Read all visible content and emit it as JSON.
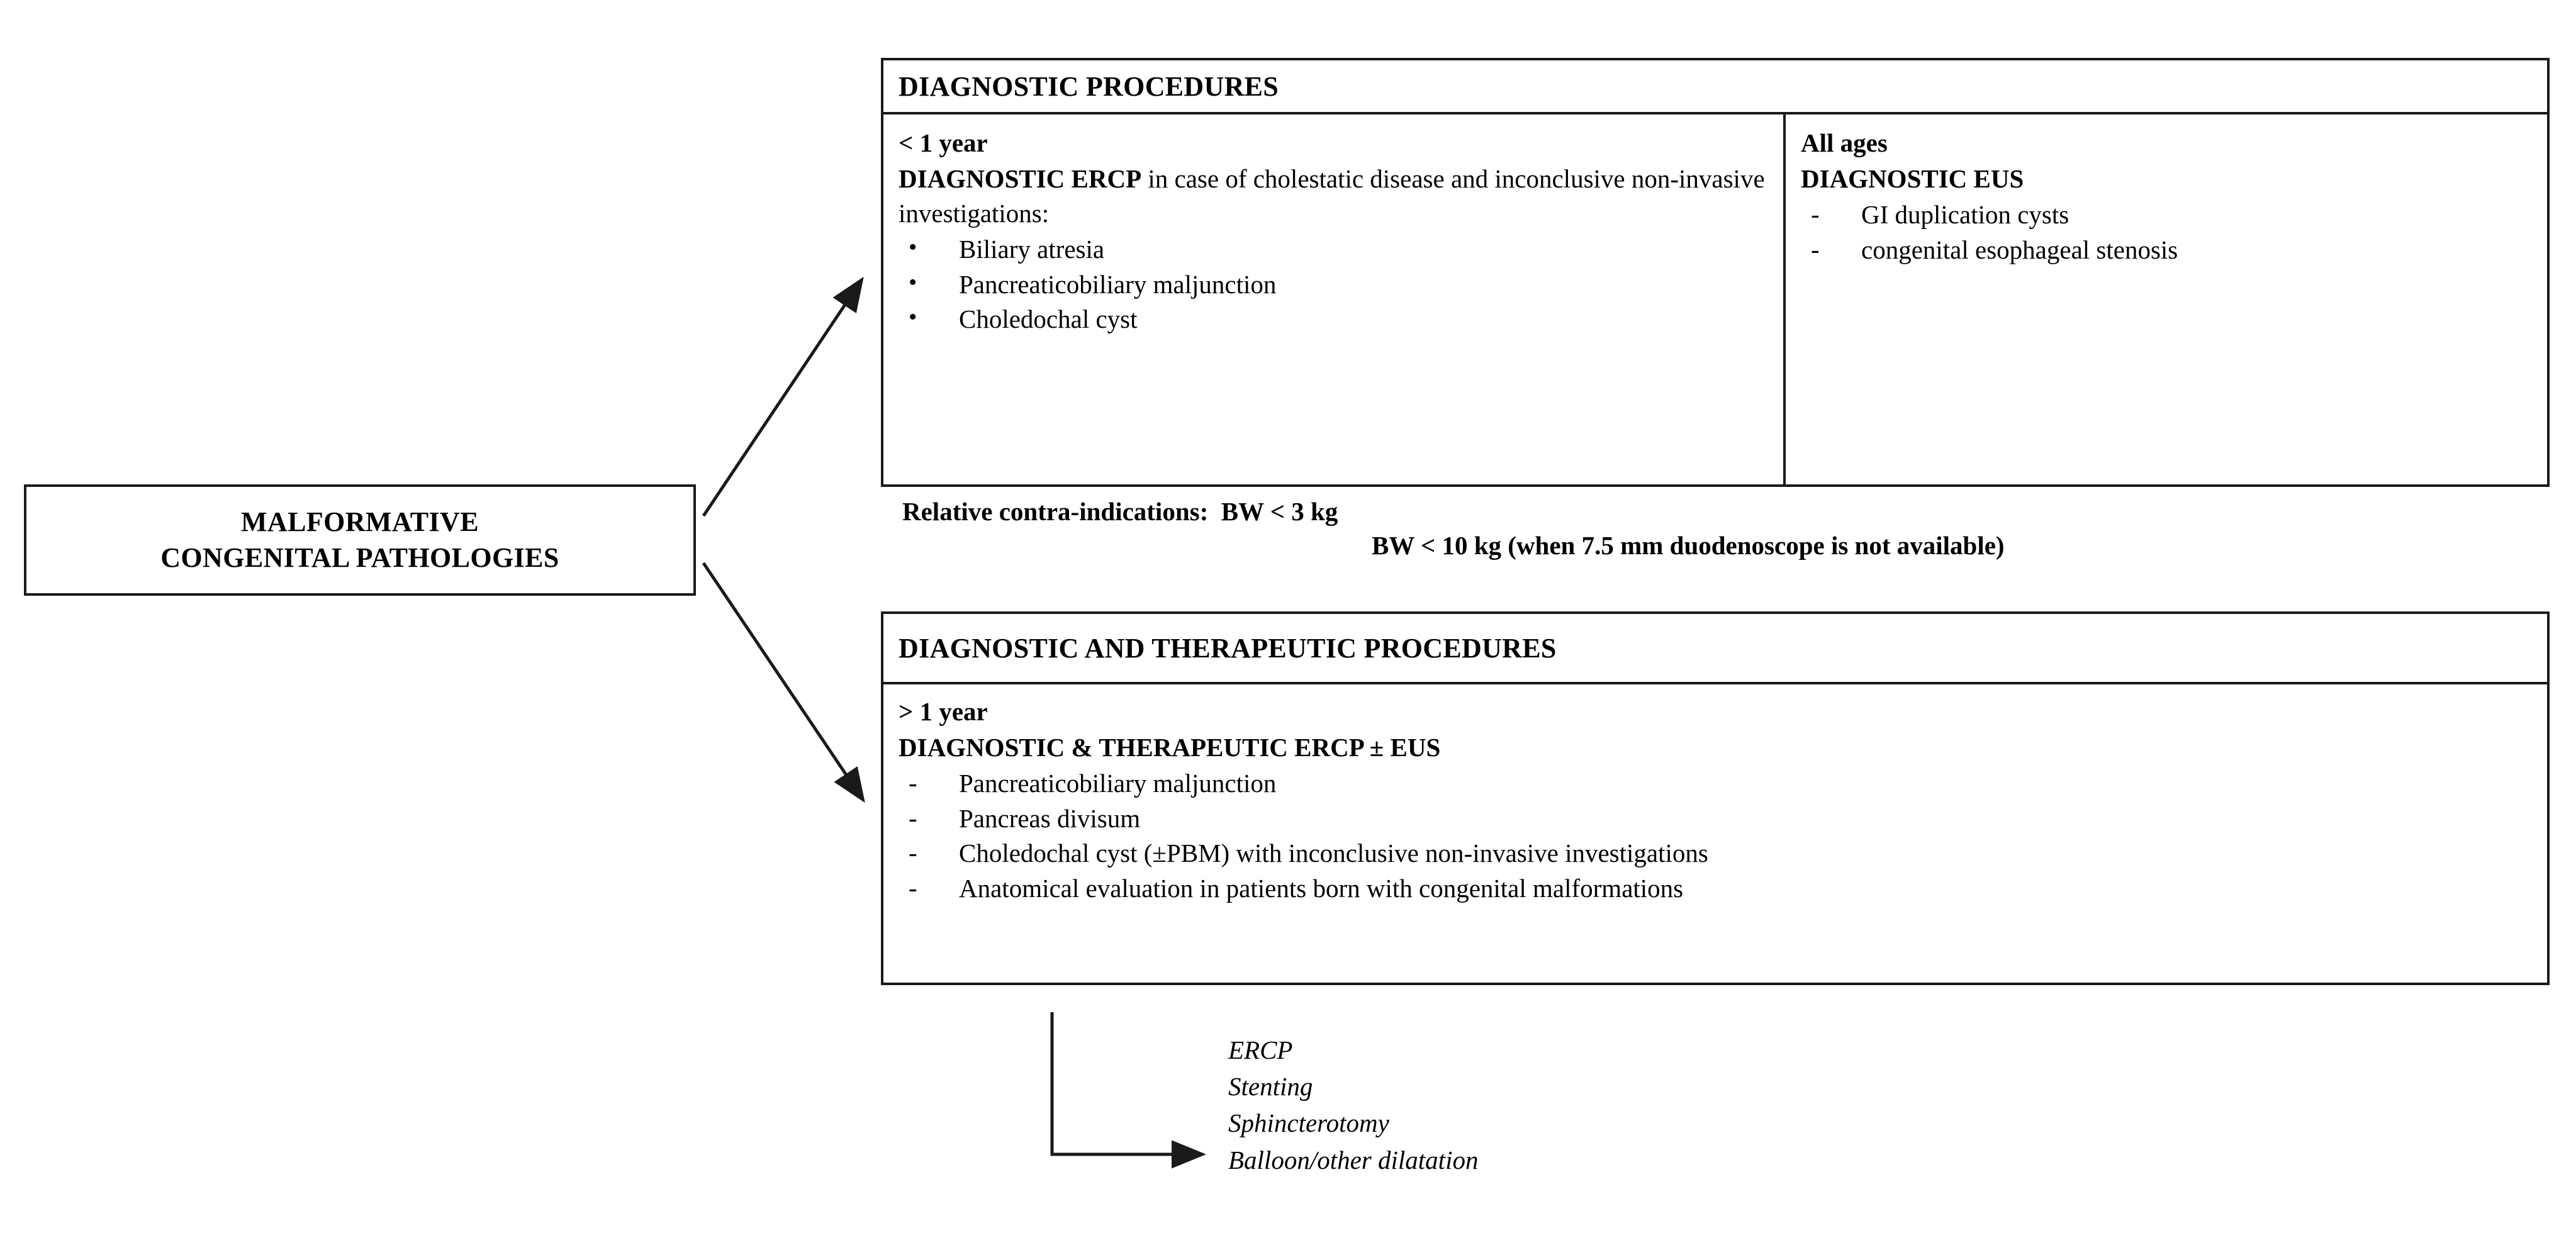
{
  "source": {
    "line1": "MALFORMATIVE",
    "line2": "CONGENITAL PATHOLOGIES"
  },
  "diagnostic_box": {
    "header": "DIAGNOSTIC PROCEDURES",
    "left_column": {
      "age_label": "< 1 year",
      "lead_bold": "DIAGNOSTIC ERCP",
      "lead_rest": " in case of cholestatic disease and inconclusive non-invasive investigations:",
      "bullet_marker": "•",
      "items": [
        "Biliary atresia",
        "Pancreaticobiliary maljunction",
        "Choledochal cyst"
      ]
    },
    "right_column": {
      "age_label": "All ages",
      "lead_bold": "DIAGNOSTIC EUS",
      "dash_marker": "-",
      "items": [
        "GI duplication cysts",
        "congenital esophageal stenosis"
      ]
    }
  },
  "contra_indications": {
    "label": "Relative contra-indications:",
    "line1": "BW < 3 kg",
    "line2": "BW < 10 kg (when 7.5 mm duodenoscope is not available)"
  },
  "therapeutic_box": {
    "header": "DIAGNOSTIC AND THERAPEUTIC PROCEDURES",
    "age_label": "> 1 year",
    "lead_bold": "DIAGNOSTIC & THERAPEUTIC ERCP ± EUS",
    "dash_marker": "-",
    "items": [
      "Pancreaticobiliary maljunction",
      "Pancreas divisum",
      "Choledochal cyst (±PBM) with inconclusive non-invasive investigations",
      "Anatomical evaluation in patients born with congenital malformations"
    ]
  },
  "procedures_list": {
    "items": [
      "ERCP",
      "Stenting",
      "Sphincterotomy",
      "Balloon/other dilatation"
    ]
  },
  "colors": {
    "ink": "#1a1a1a",
    "background": "#ffffff"
  }
}
